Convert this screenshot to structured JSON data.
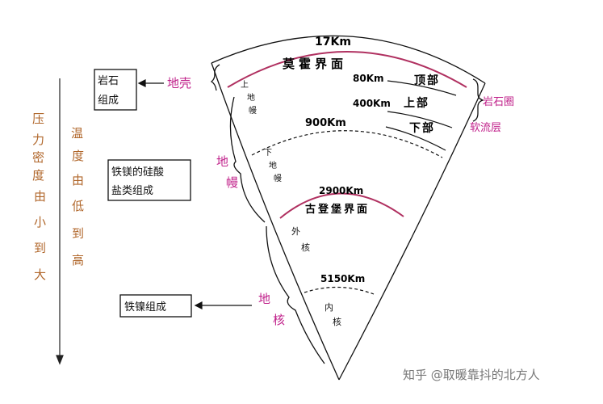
{
  "colors": {
    "outline": "#111111",
    "discontinuity": "#b03060",
    "magenta_label": "#c0208a",
    "brown_label": "#b0662a",
    "watermark": "#777777"
  },
  "icons": {
    "arrow": "left-arrow-icon",
    "down_arrow": "down-arrow-icon"
  },
  "depths": {
    "moho": "17Km",
    "upper_mantle_top": "80Km",
    "asthenosphere_bottom": "400Km",
    "mantle_split": "900Km",
    "gutenberg": "2900Km",
    "inner_core": "5150Km"
  },
  "boundaries": {
    "moho": "莫霍界面",
    "gutenberg": "古登堡界面"
  },
  "layers": {
    "top": "顶部",
    "upper": "上部",
    "lower": "下部",
    "lithosphere": "岩石圈",
    "asthenosphere": "软流层",
    "upper_mantle": "上地幔",
    "lower_mantle": "下地幔",
    "outer_core": "外核",
    "inner_core": "内核"
  },
  "left": {
    "crust_box": "岩石组成",
    "crust": "地壳",
    "mantle": "地幔",
    "mantle_box": "铁镁的硅酸盐类组成",
    "core": "地核",
    "core_box": "铁镍组成",
    "pressure_density": "压力密度由小到大",
    "temperature": "温度由低到高"
  },
  "watermark": "知乎 @取暖靠抖的北方人"
}
